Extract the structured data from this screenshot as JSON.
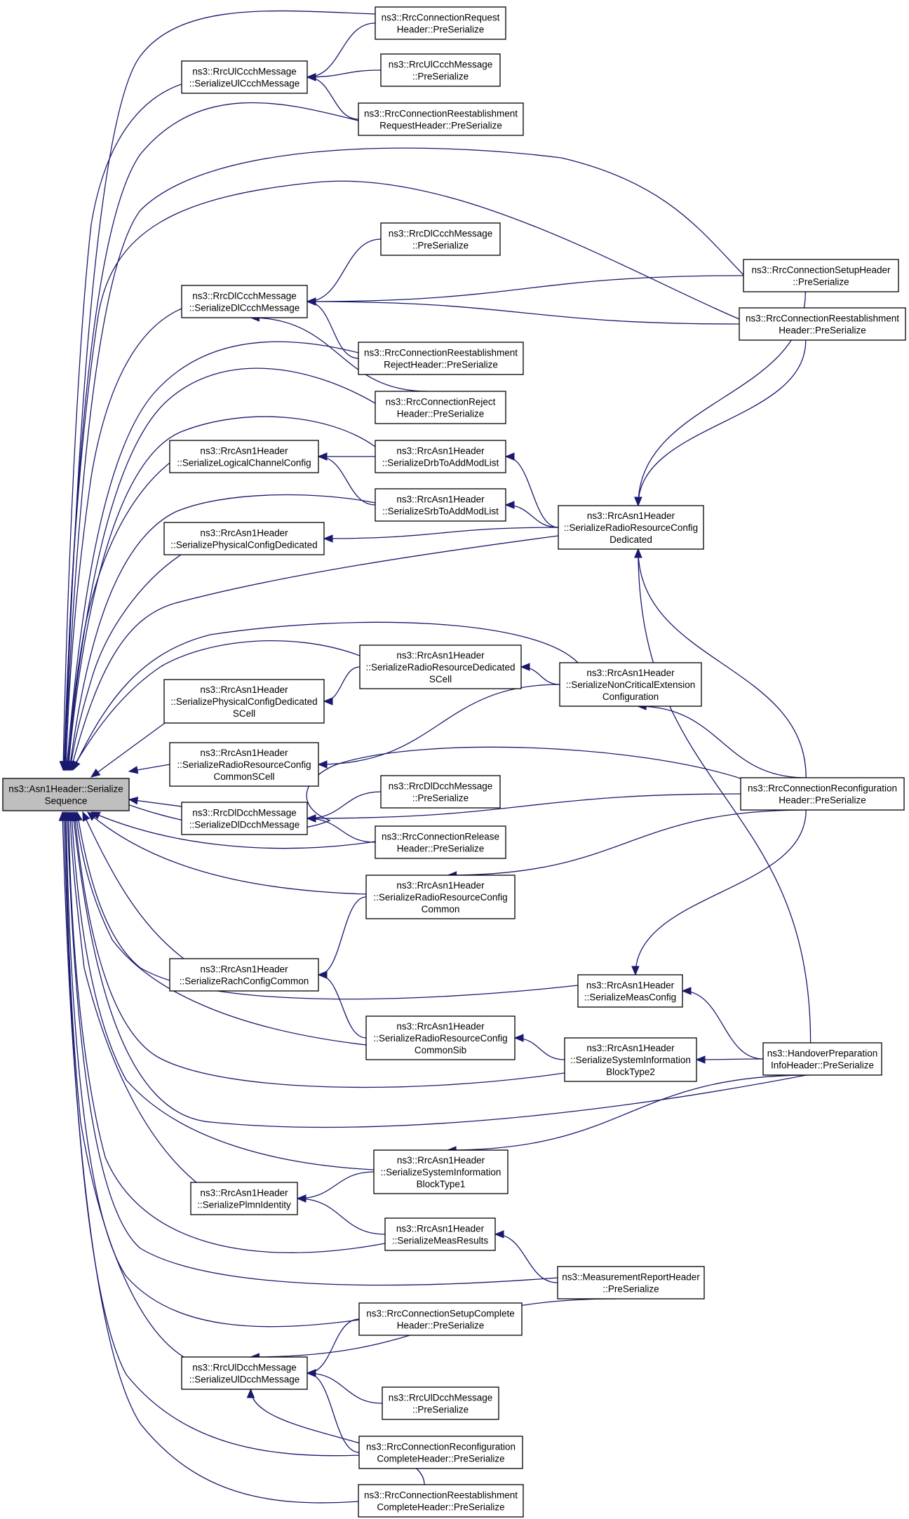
{
  "nodes": [
    {
      "id": "root",
      "lines": [
        "ns3::Asn1Header::Serialize",
        "Sequence"
      ]
    },
    {
      "id": "ulccch_ser",
      "lines": [
        "ns3::RrcUlCcchMessage",
        "::SerializeUlCcchMessage"
      ]
    },
    {
      "id": "conn_req_pre",
      "lines": [
        "ns3::RrcConnectionRequest",
        "Header::PreSerialize"
      ]
    },
    {
      "id": "ulccch_pre",
      "lines": [
        "ns3::RrcUlCcchMessage",
        "::PreSerialize"
      ]
    },
    {
      "id": "reest_req_pre",
      "lines": [
        "ns3::RrcConnectionReestablishment",
        "RequestHeader::PreSerialize"
      ]
    },
    {
      "id": "dlccch_pre",
      "lines": [
        "ns3::RrcDlCcchMessage",
        "::PreSerialize"
      ]
    },
    {
      "id": "dlccch_ser",
      "lines": [
        "ns3::RrcDlCcchMessage",
        "::SerializeDlCcchMessage"
      ]
    },
    {
      "id": "setup_pre",
      "lines": [
        "ns3::RrcConnectionSetupHeader",
        "::PreSerialize"
      ]
    },
    {
      "id": "reest_pre",
      "lines": [
        "ns3::RrcConnectionReestablishment",
        "Header::PreSerialize"
      ]
    },
    {
      "id": "reest_rej_pre",
      "lines": [
        "ns3::RrcConnectionReestablishment",
        "RejectHeader::PreSerialize"
      ]
    },
    {
      "id": "reject_pre",
      "lines": [
        "ns3::RrcConnectionReject",
        "Header::PreSerialize"
      ]
    },
    {
      "id": "logch",
      "lines": [
        "ns3::RrcAsn1Header",
        "::SerializeLogicalChannelConfig"
      ]
    },
    {
      "id": "drb",
      "lines": [
        "ns3::RrcAsn1Header",
        "::SerializeDrbToAddModList"
      ]
    },
    {
      "id": "srb",
      "lines": [
        "ns3::RrcAsn1Header",
        "::SerializeSrbToAddModList"
      ]
    },
    {
      "id": "rrc_ded",
      "lines": [
        "ns3::RrcAsn1Header",
        "::SerializeRadioResourceConfig",
        "Dedicated"
      ]
    },
    {
      "id": "phys_ded",
      "lines": [
        "ns3::RrcAsn1Header",
        "::SerializePhysicalConfigDedicated"
      ]
    },
    {
      "id": "rr_ded_scell",
      "lines": [
        "ns3::RrcAsn1Header",
        "::SerializeRadioResourceDedicated",
        "SCell"
      ]
    },
    {
      "id": "noncrit",
      "lines": [
        "ns3::RrcAsn1Header",
        "::SerializeNonCriticalExtension",
        "Configuration"
      ]
    },
    {
      "id": "phys_ded_scell",
      "lines": [
        "ns3::RrcAsn1Header",
        "::SerializePhysicalConfigDedicated",
        "SCell"
      ]
    },
    {
      "id": "rrc_common_scell",
      "lines": [
        "ns3::RrcAsn1Header",
        "::SerializeRadioResourceConfig",
        "CommonSCell"
      ]
    },
    {
      "id": "reconf_pre",
      "lines": [
        "ns3::RrcConnectionReconfiguration",
        "Header::PreSerialize"
      ]
    },
    {
      "id": "dldcch_ser",
      "lines": [
        "ns3::RrcDlDcchMessage",
        "::SerializeDlDcchMessage"
      ]
    },
    {
      "id": "dldcch_pre",
      "lines": [
        "ns3::RrcDlDcchMessage",
        "::PreSerialize"
      ]
    },
    {
      "id": "release_pre",
      "lines": [
        "ns3::RrcConnectionRelease",
        "Header::PreSerialize"
      ]
    },
    {
      "id": "rrc_common",
      "lines": [
        "ns3::RrcAsn1Header",
        "::SerializeRadioResourceConfig",
        "Common"
      ]
    },
    {
      "id": "rach",
      "lines": [
        "ns3::RrcAsn1Header",
        "::SerializeRachConfigCommon"
      ]
    },
    {
      "id": "meascfg",
      "lines": [
        "ns3::RrcAsn1Header",
        "::SerializeMeasConfig"
      ]
    },
    {
      "id": "rrc_common_sib",
      "lines": [
        "ns3::RrcAsn1Header",
        "::SerializeRadioResourceConfig",
        "CommonSib"
      ]
    },
    {
      "id": "sib2",
      "lines": [
        "ns3::RrcAsn1Header",
        "::SerializeSystemInformation",
        "BlockType2"
      ]
    },
    {
      "id": "handover_pre",
      "lines": [
        "ns3::HandoverPreparation",
        "InfoHeader::PreSerialize"
      ]
    },
    {
      "id": "sib1",
      "lines": [
        "ns3::RrcAsn1Header",
        "::SerializeSystemInformation",
        "BlockType1"
      ]
    },
    {
      "id": "plmn",
      "lines": [
        "ns3::RrcAsn1Header",
        "::SerializePlmnIdentity"
      ]
    },
    {
      "id": "measres",
      "lines": [
        "ns3::RrcAsn1Header",
        "::SerializeMeasResults"
      ]
    },
    {
      "id": "measrep_pre",
      "lines": [
        "ns3::MeasurementReportHeader",
        "::PreSerialize"
      ]
    },
    {
      "id": "setupc_pre",
      "lines": [
        "ns3::RrcConnectionSetupComplete",
        "Header::PreSerialize"
      ]
    },
    {
      "id": "uldcch_ser",
      "lines": [
        "ns3::RrcUlDcchMessage",
        "::SerializeUlDcchMessage"
      ]
    },
    {
      "id": "uldcch_pre",
      "lines": [
        "ns3::RrcUlDcchMessage",
        "::PreSerialize"
      ]
    },
    {
      "id": "reconfc_pre",
      "lines": [
        "ns3::RrcConnectionReconfiguration",
        "CompleteHeader::PreSerialize"
      ]
    },
    {
      "id": "reestc_pre",
      "lines": [
        "ns3::RrcConnectionReestablishment",
        "CompleteHeader::PreSerialize"
      ]
    }
  ],
  "edges": [
    [
      "ulccch_ser",
      "conn_req_pre"
    ],
    [
      "ulccch_ser",
      "ulccch_pre"
    ],
    [
      "ulccch_ser",
      "reest_req_pre"
    ],
    [
      "dlccch_ser",
      "dlccch_pre"
    ],
    [
      "dlccch_ser",
      "setup_pre"
    ],
    [
      "dlccch_ser",
      "reest_pre"
    ],
    [
      "dlccch_ser",
      "reest_rej_pre"
    ],
    [
      "dlccch_ser",
      "reject_pre"
    ],
    [
      "logch",
      "drb"
    ],
    [
      "logch",
      "srb"
    ],
    [
      "drb",
      "rrc_ded"
    ],
    [
      "srb",
      "rrc_ded"
    ],
    [
      "phys_ded",
      "rrc_ded"
    ],
    [
      "rrc_ded",
      "setup_pre"
    ],
    [
      "rrc_ded",
      "reest_pre"
    ],
    [
      "rrc_ded",
      "reconf_pre"
    ],
    [
      "rrc_ded",
      "handover_pre"
    ],
    [
      "rr_ded_scell",
      "noncrit"
    ],
    [
      "phys_ded_scell",
      "rr_ded_scell"
    ],
    [
      "rrc_common_scell",
      "noncrit"
    ],
    [
      "noncrit",
      "reconf_pre"
    ],
    [
      "dldcch_ser",
      "dldcch_pre"
    ],
    [
      "dldcch_ser",
      "release_pre"
    ],
    [
      "dldcch_ser",
      "reconf_pre"
    ],
    [
      "rrc_common",
      "reconf_pre"
    ],
    [
      "rach",
      "rrc_common"
    ],
    [
      "rach",
      "rrc_common_sib"
    ],
    [
      "meascfg",
      "reconf_pre"
    ],
    [
      "meascfg",
      "handover_pre"
    ],
    [
      "rrc_common_sib",
      "sib2"
    ],
    [
      "sib2",
      "handover_pre"
    ],
    [
      "sib1",
      "handover_pre"
    ],
    [
      "plmn",
      "sib1"
    ],
    [
      "plmn",
      "measres"
    ],
    [
      "measres",
      "measrep_pre"
    ],
    [
      "uldcch_ser",
      "setupc_pre"
    ],
    [
      "uldcch_ser",
      "measrep_pre"
    ],
    [
      "uldcch_ser",
      "uldcch_pre"
    ],
    [
      "uldcch_ser",
      "reconfc_pre"
    ],
    [
      "uldcch_ser",
      "reestc_pre"
    ],
    [
      "root",
      "conn_req_pre"
    ],
    [
      "root",
      "ulccch_ser"
    ],
    [
      "root",
      "reest_req_pre"
    ],
    [
      "root",
      "setup_pre"
    ],
    [
      "root",
      "reest_pre"
    ],
    [
      "root",
      "dlccch_ser"
    ],
    [
      "root",
      "reest_rej_pre"
    ],
    [
      "root",
      "reject_pre"
    ],
    [
      "root",
      "drb"
    ],
    [
      "root",
      "logch"
    ],
    [
      "root",
      "srb"
    ],
    [
      "root",
      "phys_ded"
    ],
    [
      "root",
      "rrc_ded"
    ],
    [
      "root",
      "rr_ded_scell"
    ],
    [
      "root",
      "noncrit"
    ],
    [
      "root",
      "phys_ded_scell"
    ],
    [
      "root",
      "rrc_common_scell"
    ],
    [
      "root",
      "reconf_pre"
    ],
    [
      "root",
      "dldcch_ser"
    ],
    [
      "root",
      "release_pre"
    ],
    [
      "root",
      "rrc_common"
    ],
    [
      "root",
      "rach"
    ],
    [
      "root",
      "meascfg"
    ],
    [
      "root",
      "rrc_common_sib"
    ],
    [
      "root",
      "sib2"
    ],
    [
      "root",
      "handover_pre"
    ],
    [
      "root",
      "sib1"
    ],
    [
      "root",
      "plmn"
    ],
    [
      "root",
      "measres"
    ],
    [
      "root",
      "measrep_pre"
    ],
    [
      "root",
      "setupc_pre"
    ],
    [
      "root",
      "uldcch_ser"
    ],
    [
      "root",
      "reconfc_pre"
    ],
    [
      "root",
      "reestc_pre"
    ]
  ]
}
